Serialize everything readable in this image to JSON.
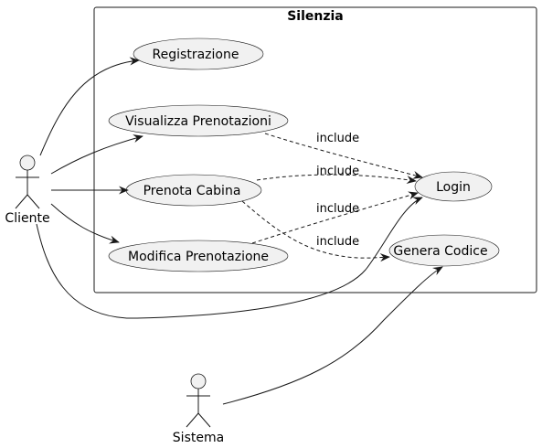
{
  "system": {
    "title": "Silenzia"
  },
  "actors": {
    "cliente": "Cliente",
    "sistema": "Sistema"
  },
  "use_cases": {
    "registrazione": "Registrazione",
    "visualizza_prenotazioni": "Visualizza Prenotazioni",
    "prenota_cabina": "Prenota Cabina",
    "modifica_prenotazione": "Modifica Prenotazione",
    "login": "Login",
    "genera_codice": "Genera Codice"
  },
  "relations": {
    "include_label": "include"
  }
}
